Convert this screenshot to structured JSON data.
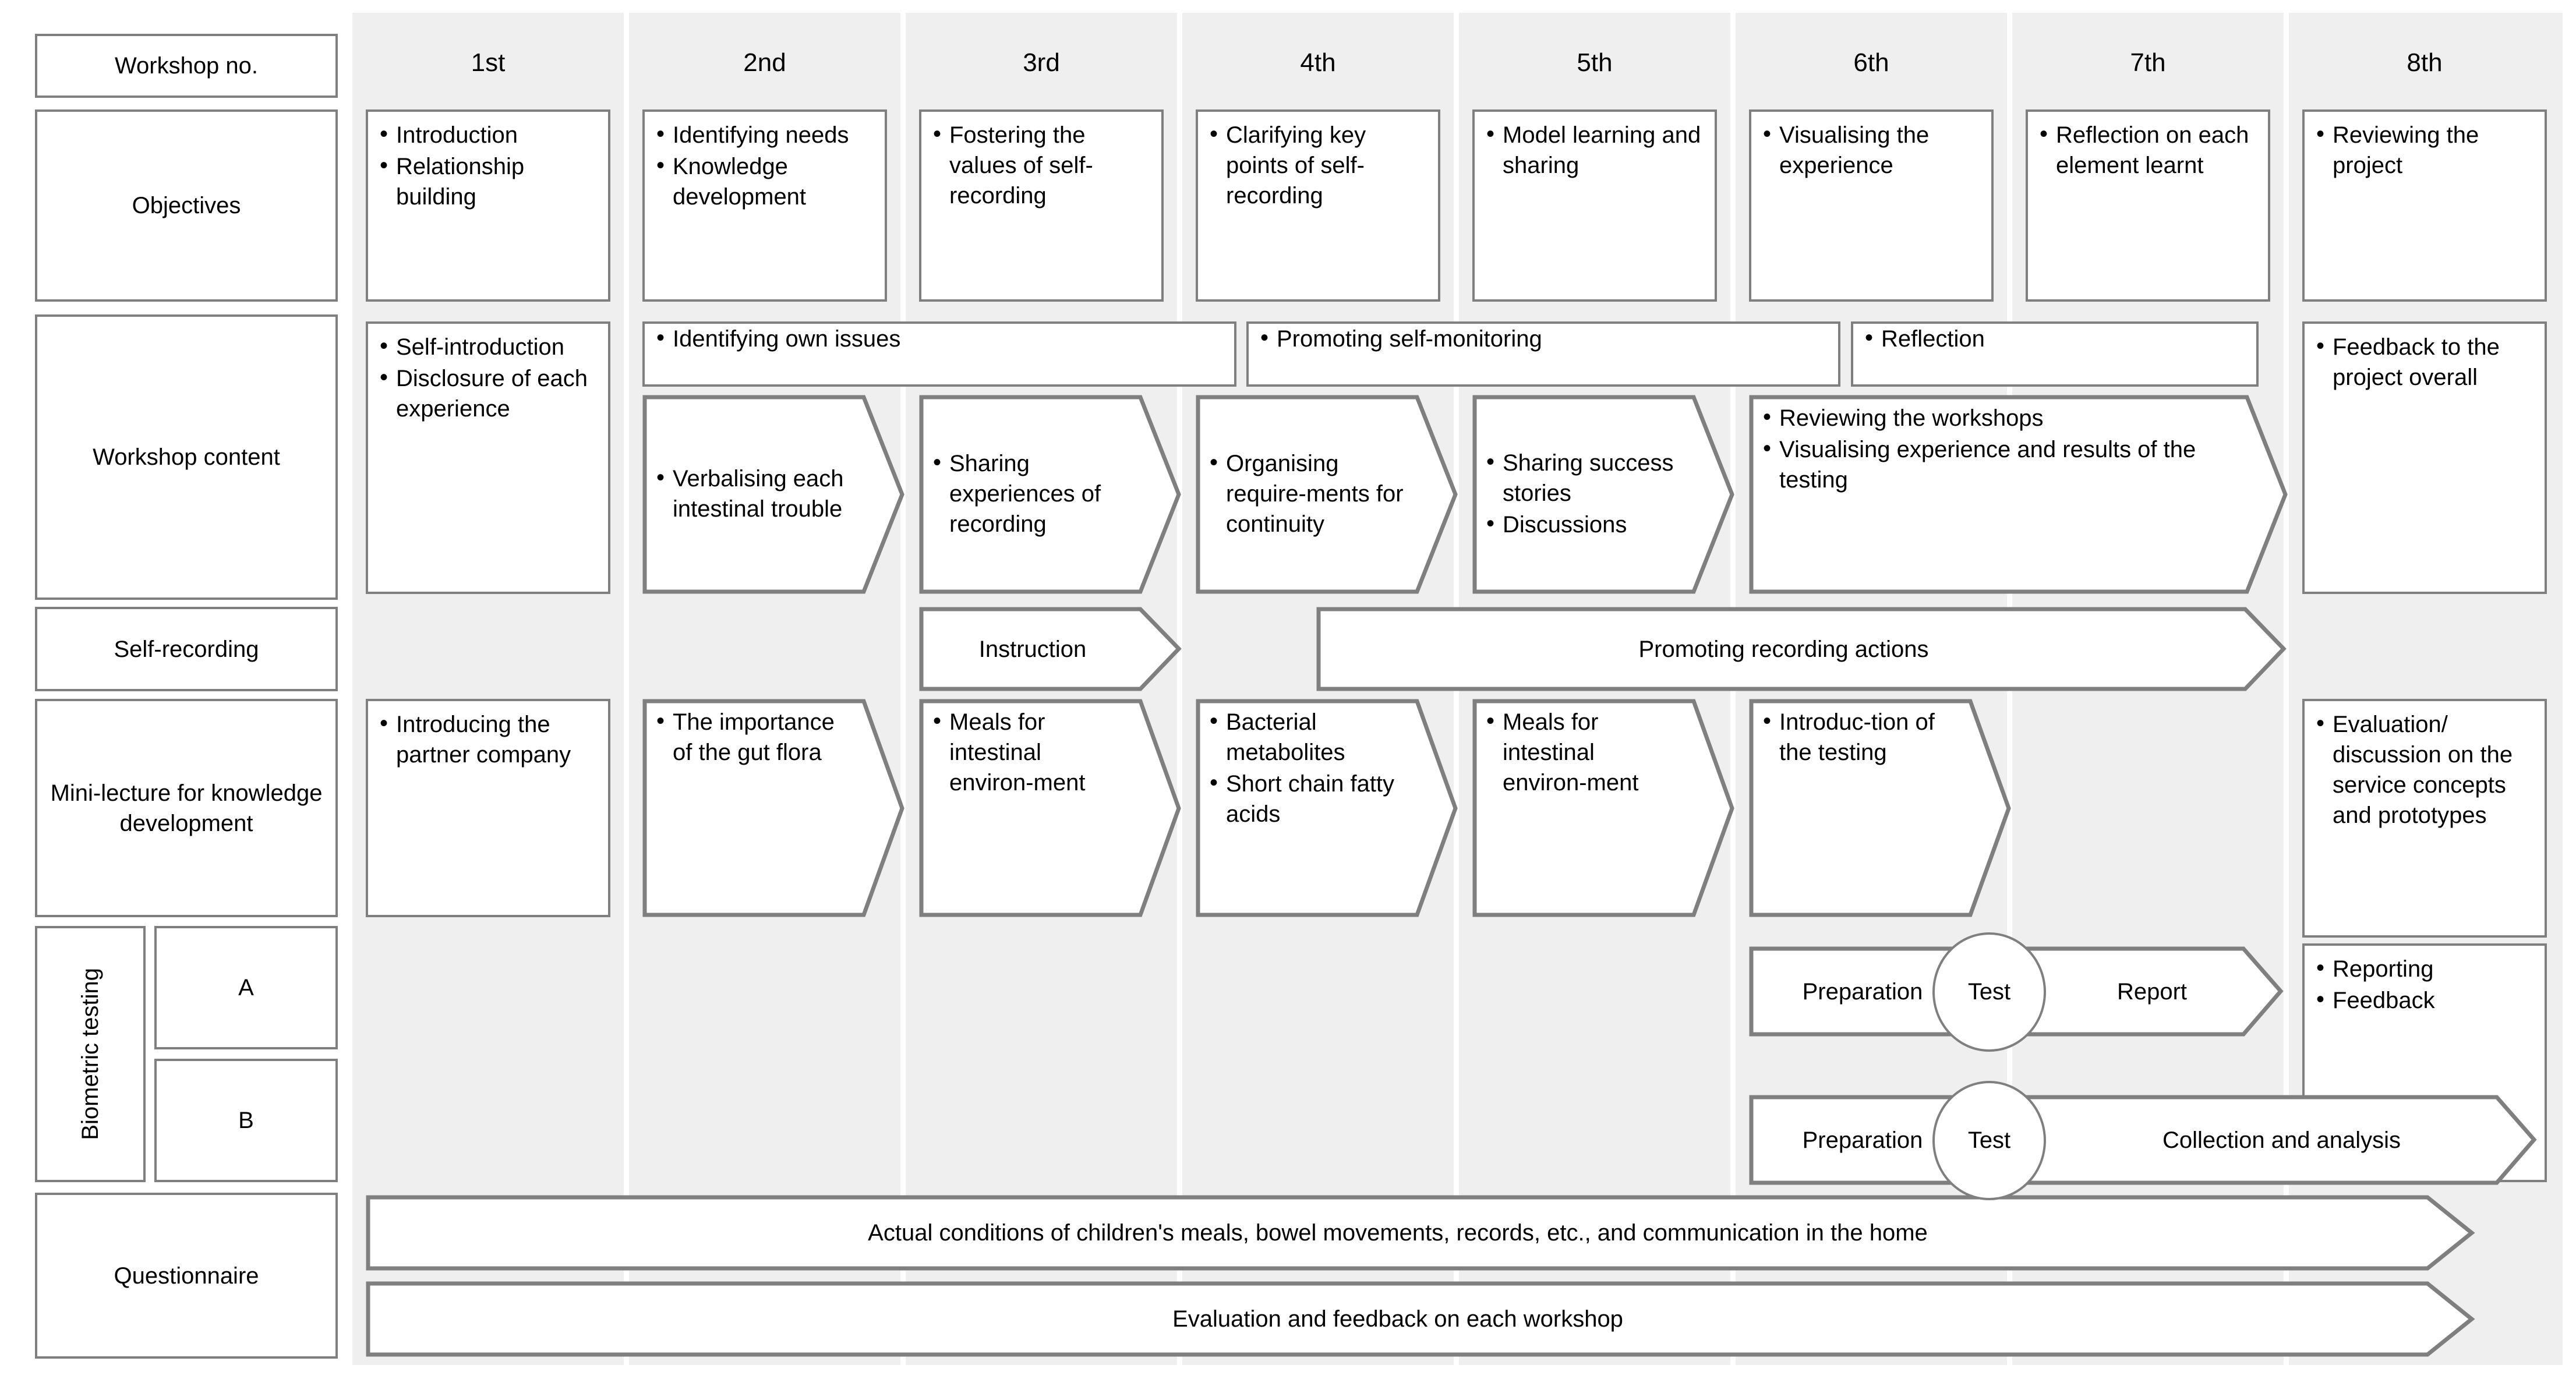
{
  "colors": {
    "band": "#efefef",
    "border": "#7f7f7f",
    "text": "#000000",
    "fill": "#ffffff"
  },
  "row_labels": {
    "workshop_no": "Workshop no.",
    "objectives": "Objectives",
    "workshop_content": "Workshop content",
    "self_recording": "Self-recording",
    "mini_lecture": "Mini-lecture for knowledge development",
    "biometric_testing": "Biometric testing",
    "biometric_a": "A",
    "biometric_b": "B",
    "questionnaire": "Questionnaire"
  },
  "columns": [
    "1st",
    "2nd",
    "3rd",
    "4th",
    "5th",
    "6th",
    "7th",
    "8th"
  ],
  "objectives": [
    [
      "Introduction",
      "Relationship building"
    ],
    [
      "Identifying needs",
      "Knowledge development"
    ],
    [
      "Fostering the values of self-recording"
    ],
    [
      "Clarifying key points of self-recording"
    ],
    [
      "Model learning and sharing"
    ],
    [
      "Visualising the experience"
    ],
    [
      "Reflection on each element learnt"
    ],
    [
      "Reviewing the project"
    ]
  ],
  "workshop_content": {
    "bars": [
      {
        "label": "Identifying own issues",
        "from": 2,
        "to": 3
      },
      {
        "label": "Promoting self-monitoring",
        "from": 4,
        "to": 5
      },
      {
        "label": "Reflection",
        "from": 6,
        "to": 7
      }
    ],
    "col1": [
      "Self-introduction",
      "Disclosure of each experience"
    ],
    "col8": [
      "Feedback to the project overall"
    ],
    "arrows": [
      {
        "items": [
          "Verbalising each intestinal trouble"
        ],
        "from": 2,
        "to": 2
      },
      {
        "items": [
          "Sharing experiences of recording"
        ],
        "from": 3,
        "to": 3
      },
      {
        "items": [
          "Organising require-ments for continuity"
        ],
        "from": 4,
        "to": 4
      },
      {
        "items": [
          "Sharing success stories",
          "Discussions"
        ],
        "from": 5,
        "to": 5
      },
      {
        "items": [
          "Reviewing the workshops",
          "Visualising experience and results of the testing"
        ],
        "from": 6,
        "to": 7
      }
    ]
  },
  "self_recording": {
    "arrows": [
      {
        "label": "Instruction",
        "from": 3,
        "to": 3
      },
      {
        "label": "Promoting recording actions",
        "from": 4,
        "to": 7
      }
    ]
  },
  "mini_lecture": {
    "col1": [
      "Introducing the partner company"
    ],
    "col8": [
      "Evaluation/ discussion on the service concepts and prototypes"
    ],
    "arrows": [
      {
        "items": [
          "The importance of the gut flora"
        ],
        "from": 2,
        "to": 2
      },
      {
        "items": [
          "Meals for intestinal environ-ment"
        ],
        "from": 3,
        "to": 3
      },
      {
        "items": [
          "Bacterial metabolites",
          "Short chain fatty acids"
        ],
        "from": 4,
        "to": 4
      },
      {
        "items": [
          "Meals for intestinal environ-ment"
        ],
        "from": 5,
        "to": 5
      },
      {
        "items": [
          "Introduc-tion of the testing"
        ],
        "from": 6,
        "to": 6
      }
    ]
  },
  "biometric": {
    "row_a": {
      "preparation": "Preparation",
      "test": "Test",
      "report": "Report",
      "col8": [
        "Reporting",
        "Feedback"
      ]
    },
    "row_b": {
      "preparation": "Preparation",
      "test": "Test",
      "collection": "Collection and analysis"
    }
  },
  "questionnaire": {
    "bars": [
      "Actual conditions of children's meals, bowel movements, records, etc., and communication in the home",
      "Evaluation and feedback on each workshop"
    ]
  }
}
